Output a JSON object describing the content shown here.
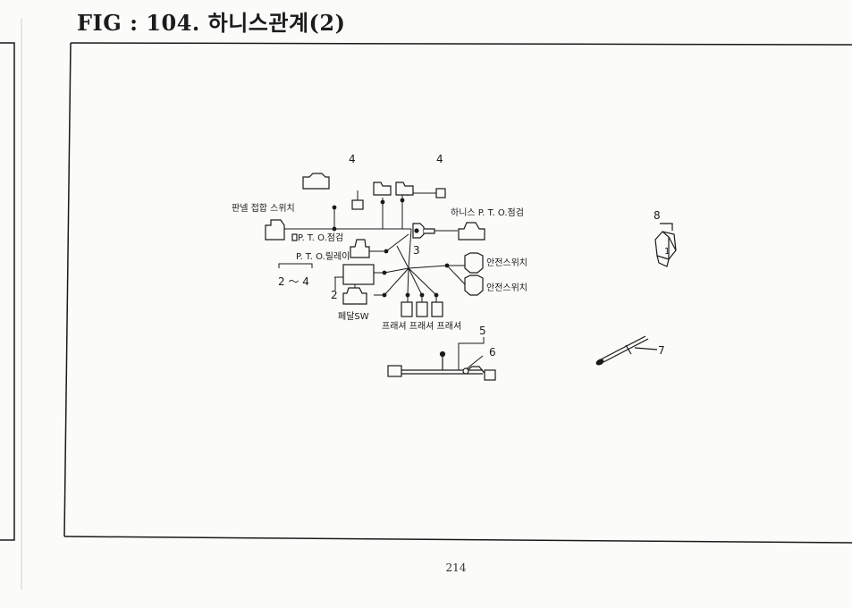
{
  "title": "FIG : 104. 하니스관계(2)",
  "page_number": "214",
  "labels": {
    "panel_clutch_switch": "판넬 접합 스위치",
    "pto_check_left": "P. T. O.점검",
    "pto_relay": "P. T. O.릴레이",
    "range": "2 ～ 4",
    "harness_pto_check": "하니스 P. T. O.점검",
    "safety_switch_1": "안전스위치",
    "safety_switch_2": "안전스위치",
    "pedal_sw": "페달SW",
    "pressure": "프래셔 프래셔 프래셔"
  },
  "callouts": {
    "n4a": "4",
    "n4b": "4",
    "n3": "3",
    "n2": "2",
    "n5": "5",
    "n6": "6",
    "n7": "7",
    "n8": "8",
    "n1": "1"
  }
}
